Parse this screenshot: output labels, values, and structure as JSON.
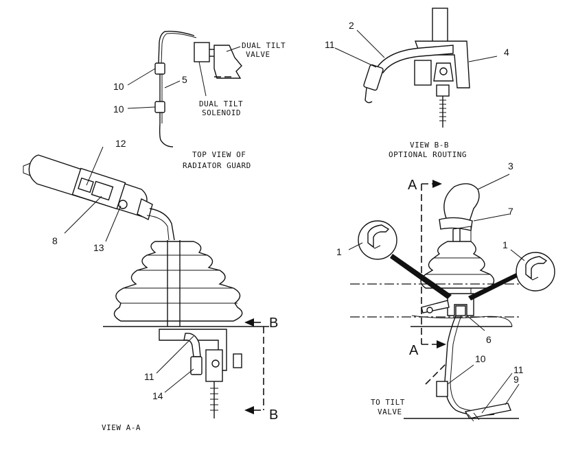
{
  "labels": {
    "dual_tilt_valve_1": "DUAL TILT",
    "dual_tilt_valve_2": "VALVE",
    "dual_tilt_solenoid_1": "DUAL TILT",
    "dual_tilt_solenoid_2": "SOLENOID",
    "top_view_1": "TOP VIEW OF",
    "top_view_2": "RADIATOR GUARD",
    "view_bb_1": "VIEW B-B",
    "view_bb_2": "OPTIONAL ROUTING",
    "view_aa": "VIEW A-A",
    "to_tilt_1": "TO TILT",
    "to_tilt_2": "VALVE"
  },
  "section_letters": {
    "a_top": "A",
    "a_bottom": "A",
    "b_top": "B",
    "b_bottom": "B"
  },
  "callouts": {
    "c10_top": "10",
    "c5": "5",
    "c10_bottom": "10",
    "c11_bb": "11",
    "c2": "2",
    "c4": "4",
    "c12": "12",
    "c8": "8",
    "c13": "13",
    "c11_aa": "11",
    "c14": "14",
    "c3": "3",
    "c7": "7",
    "c1_left": "1",
    "c1_right": "1",
    "c6": "6",
    "c10_right": "10",
    "c11_right": "11",
    "c9": "9"
  }
}
